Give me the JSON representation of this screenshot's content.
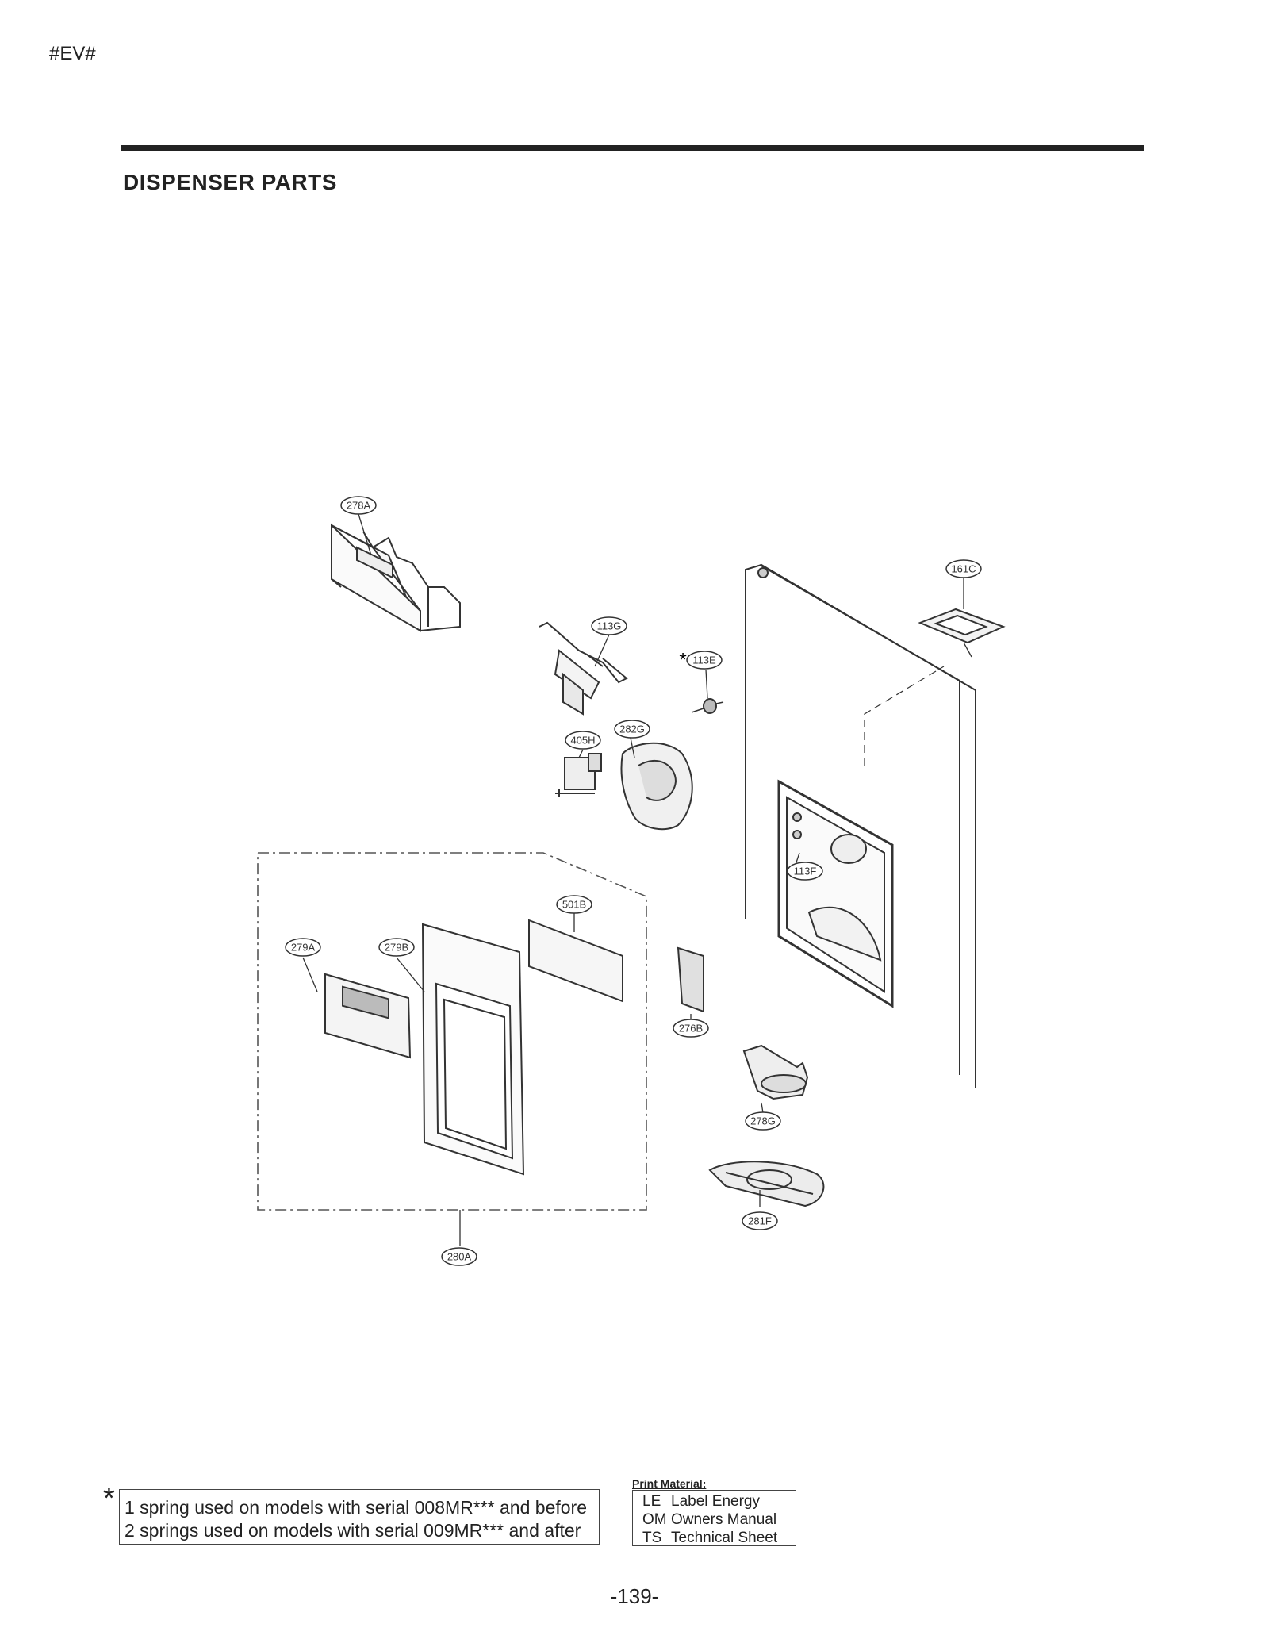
{
  "header": {
    "model_code": "#EV#"
  },
  "section": {
    "title": "DISPENSER  PARTS"
  },
  "callouts": {
    "c278A": "278A",
    "c161C": "161C",
    "c113G": "113G",
    "c113E": "113E",
    "c282G": "282G",
    "c405H": "405H",
    "c113F": "113F",
    "c501B": "501B",
    "c279A": "279A",
    "c279B": "279B",
    "c276B": "276B",
    "c278G": "278G",
    "c281F": "281F",
    "c280A": "280A"
  },
  "callout_asterisk": "*",
  "footnote": {
    "marker": "*",
    "lines": [
      "1 spring used on models with serial 008MR*** and before",
      "2 springs used on models with serial 009MR*** and after"
    ]
  },
  "print_material": {
    "title": "Print Material:",
    "rows": [
      {
        "code": "LE",
        "label": "Label Energy"
      },
      {
        "code": "OM",
        "label": "Owners Manual"
      },
      {
        "code": "TS",
        "label": "Technical Sheet"
      }
    ]
  },
  "page_number": "-139-"
}
